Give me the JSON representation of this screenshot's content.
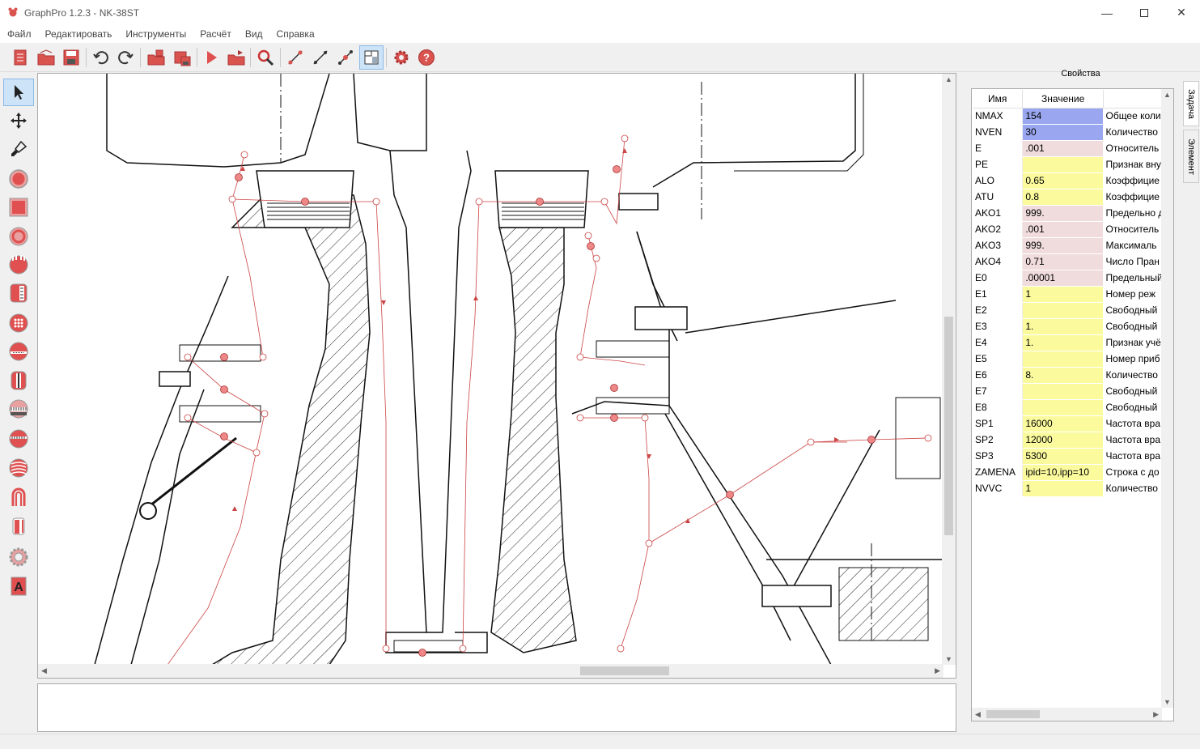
{
  "window": {
    "title": "GraphPro 1.2.3 - NK-38ST",
    "minimize_icon": "minimize-icon",
    "maximize_icon": "maximize-icon",
    "close_icon": "close-icon"
  },
  "menu": [
    "Файл",
    "Редактировать",
    "Инструменты",
    "Расчёт",
    "Вид",
    "Справка"
  ],
  "toolbar_icons": [
    "new-document-icon",
    "open-folder-icon",
    "save-icon",
    "undo-icon",
    "redo-icon",
    "open-project-icon",
    "save-project-icon",
    "run-icon",
    "batch-icon",
    "search-icon",
    "measure-line-icon",
    "numbering-icon",
    "edit-line-icon",
    "view-frame-icon",
    "settings-gear-icon",
    "help-icon"
  ],
  "left_tools": [
    "pointer-arrow-icon",
    "move-icon",
    "brush-icon",
    "circle-node-icon",
    "square-node-icon",
    "ring-node-icon",
    "multi-hole-icon",
    "wall-node-icon",
    "perforated-disk-icon",
    "perforated-half-icon",
    "labyrinth-icon",
    "comb-seal-icon",
    "seal-disk-icon",
    "spiral-icon",
    "pipe-icon",
    "bent-pipe-icon",
    "gear-ring-icon",
    "text-label-icon"
  ],
  "properties": {
    "title": "Свойства",
    "headers": {
      "name": "Имя",
      "value": "Значение",
      "desc": ""
    },
    "rows": [
      {
        "name": "NMAX",
        "value": "154",
        "desc": "Общее коли",
        "color": "#9aa7f0"
      },
      {
        "name": "NVEN",
        "value": "30",
        "desc": "Количество",
        "color": "#9aa7f0"
      },
      {
        "name": "E",
        "value": ".001",
        "desc": "Относитель",
        "color": "#f0dcdc"
      },
      {
        "name": "PE",
        "value": "",
        "desc": "Признак вну",
        "color": "#fbfb9e"
      },
      {
        "name": "ALO",
        "value": "0.65",
        "desc": "Коэффицие",
        "color": "#fbfb9e"
      },
      {
        "name": "ATU",
        "value": "0.8",
        "desc": "Коэффицие",
        "color": "#fbfb9e"
      },
      {
        "name": "AKO1",
        "value": "999.",
        "desc": "Предельно д",
        "color": "#f0dcdc"
      },
      {
        "name": "AKO2",
        "value": ".001",
        "desc": "Относитель",
        "color": "#f0dcdc"
      },
      {
        "name": "AKO3",
        "value": "999.",
        "desc": "Максималь",
        "color": "#f0dcdc"
      },
      {
        "name": "AKO4",
        "value": "0.71",
        "desc": "Число Пран",
        "color": "#f0dcdc"
      },
      {
        "name": "E0",
        "value": ".00001",
        "desc": "Предельный",
        "color": "#f0dcdc"
      },
      {
        "name": "E1",
        "value": "1",
        "desc": "Номер реж",
        "color": "#fbfb9e"
      },
      {
        "name": "E2",
        "value": "",
        "desc": "Свободный",
        "color": "#fbfb9e"
      },
      {
        "name": "E3",
        "value": "1.",
        "desc": "Свободный",
        "color": "#fbfb9e"
      },
      {
        "name": "E4",
        "value": "1.",
        "desc": "Признак учё",
        "color": "#fbfb9e"
      },
      {
        "name": "E5",
        "value": "",
        "desc": "Номер приб",
        "color": "#fbfb9e"
      },
      {
        "name": "E6",
        "value": "8.",
        "desc": "Количество",
        "color": "#fbfb9e"
      },
      {
        "name": "E7",
        "value": "",
        "desc": "Свободный",
        "color": "#fbfb9e"
      },
      {
        "name": "E8",
        "value": "",
        "desc": "Свободный",
        "color": "#fbfb9e"
      },
      {
        "name": "SP1",
        "value": "16000",
        "desc": "Частота вра",
        "color": "#fbfb9e"
      },
      {
        "name": "SP2",
        "value": "12000",
        "desc": "Частота вра",
        "color": "#fbfb9e"
      },
      {
        "name": "SP3",
        "value": "5300",
        "desc": "Частота вра",
        "color": "#fbfb9e"
      },
      {
        "name": "ZAMENA",
        "value": "ipid=10,ipp=10",
        "desc": "Строка с до",
        "color": "#fbfb9e"
      },
      {
        "name": "NVVC",
        "value": "1",
        "desc": "Количество",
        "color": "#fbfb9e"
      }
    ]
  },
  "side_tabs": [
    "Задача",
    "Элемент"
  ],
  "colors": {
    "accent": "#cde3f7",
    "node_red": "#d9534f",
    "selected_value": "#9aa7f0",
    "editable": "#fbfb9e",
    "calc": "#f0dcdc"
  }
}
